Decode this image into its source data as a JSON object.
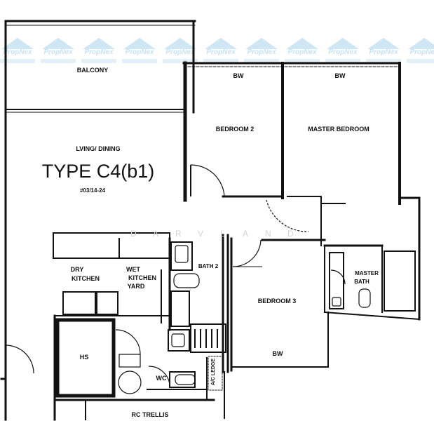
{
  "watermark": {
    "text": "PropNex",
    "tile_count": 11,
    "overlay_letters": [
      "D",
      "A",
      "R",
      "V",
      "L",
      "A",
      "N",
      "D"
    ]
  },
  "plan": {
    "type_title": "TYPE C4(b1)",
    "unit_code": "#03/14-24",
    "rooms": {
      "balcony": "BALCONY",
      "living_dining": "LVING/ DINING",
      "bedroom2": "BEDROOM 2",
      "bedroom2_wardrobe": "BW",
      "master_bedroom": "MASTER BEDROOM",
      "master_wardrobe": "BW",
      "bedroom3": "BEDROOM 3",
      "bedroom3_wardrobe": "BW",
      "dry_kitchen_l1": "DRY",
      "dry_kitchen_l2": "KITCHEN",
      "wet_kitchen_l1": "WET",
      "wet_kitchen_l2": "KITCHEN",
      "wet_kitchen_l3": "YARD",
      "bath2": "BATH 2",
      "master_bath_l1": "MASTER",
      "master_bath_l2": "BATH",
      "hs": "HS",
      "wc": "WC",
      "ledge": "A/C LEDGE",
      "rc_trellis": "RC TRELLIS"
    }
  }
}
